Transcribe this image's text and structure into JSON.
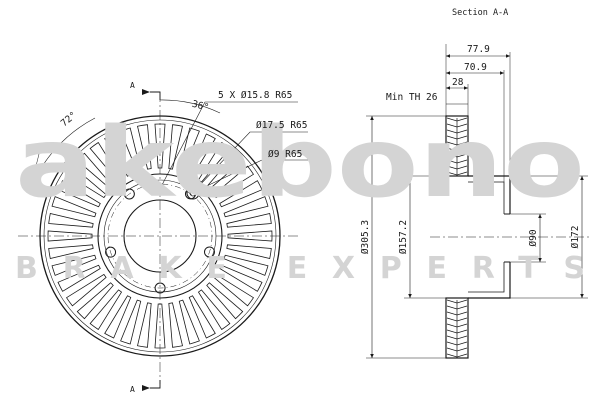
{
  "watermark": {
    "brand": "akebono",
    "tagline": "BRAKE EXPERTS"
  },
  "labels": {
    "section_title": "Section A-A",
    "section_marker_top": "A",
    "section_marker_bottom": "A",
    "bolt_pattern": "5 X Ø15.8 R65",
    "hole_17": "Ø17.5 R65",
    "hole_9": "Ø9 R65",
    "angle_72": "72°",
    "angle_36": "36°",
    "min_thickness": "Min TH 26"
  },
  "dimensions": {
    "total_height": "77.9",
    "hat_height": "70.9",
    "thickness": "28",
    "outer_diameter": "Ø305.3",
    "hat_diameter": "Ø157.2",
    "center_bore": "Ø90",
    "hub_diameter": "Ø172"
  },
  "colors": {
    "line": "#1a1a1a",
    "watermark": "#d4d4d4"
  }
}
